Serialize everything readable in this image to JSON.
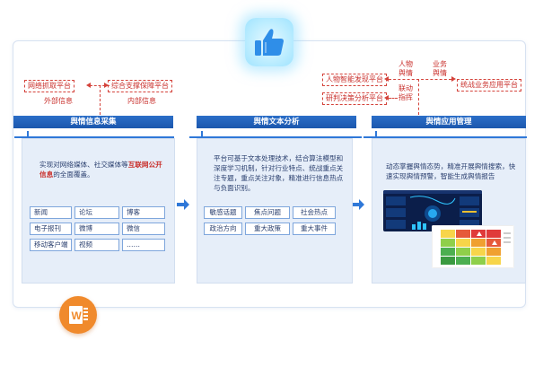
{
  "top_left": {
    "box1": "网络抓取平台",
    "box2": "综合支撑保障平台",
    "label1": "外部信息",
    "label2": "内部信息"
  },
  "top_right": {
    "box_person": "人物智能发现平台",
    "box_research": "研判决策分析平台",
    "box_biz": "统战业务应用平台",
    "label_person_sentiment": "人物舆情",
    "label_linked": "联动指挥",
    "label_biz_sentiment": "业务舆情"
  },
  "sections": [
    {
      "title": "舆情信息采集",
      "text_before": "实现对网络媒体、社交媒体等",
      "text_highlight": "互联网公开信息",
      "text_after": "的全面覆盖。",
      "tags": [
        "新闻",
        "论坛",
        "博客",
        "电子报刊",
        "微博",
        "微信",
        "移动客户端",
        "视频",
        "……"
      ]
    },
    {
      "title": "舆情文本分析",
      "text": "平台可基于文本处理技术，结合算法模型和深度学习机制，针对行业特点、统战重点关注专题，重点关注对象，精准进行信息热点与负面识别。",
      "tags": [
        "敏感话题",
        "焦点问题",
        "社会热点",
        "政治方向",
        "重大政策",
        "重大事件"
      ]
    },
    {
      "title": "舆情应用管理",
      "text": "动态掌握舆情态势，精准开展舆情搜索，快速实现舆情预警，智能生成舆情报告"
    }
  ],
  "icons": {
    "top": "thumbs-up-icon",
    "bottom": "word-document-icon"
  },
  "colors": {
    "header_blue": "#1b57ad",
    "red": "#c9302c",
    "panel_bg": "#e6eef9",
    "icon_orange": "#f08a2c"
  }
}
